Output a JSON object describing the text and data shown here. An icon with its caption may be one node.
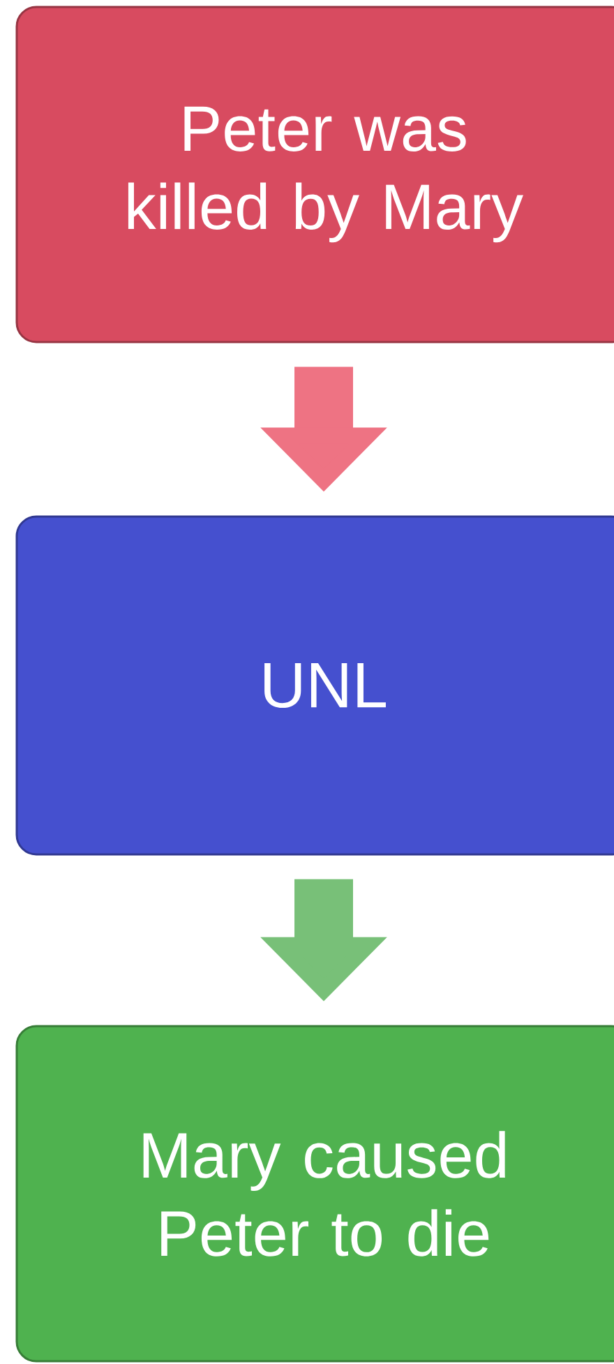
{
  "diagram": {
    "nodes": [
      {
        "text": [
          "Peter was killed by Mary"
        ]
      },
      {
        "text": [
          "UNL"
        ]
      },
      {
        "text": [
          "Mary caused Peter to die"
        ]
      }
    ],
    "edges": [
      {
        "from": 0,
        "to": 1,
        "arrow": "to",
        "color": "#ee7383"
      },
      {
        "from": 1,
        "to": 2,
        "arrow": "to",
        "color": "#78c078"
      }
    ]
  }
}
